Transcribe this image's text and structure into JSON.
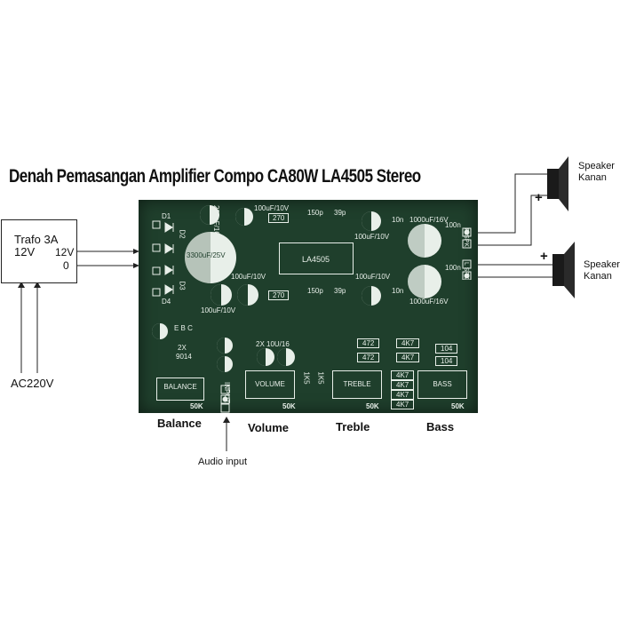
{
  "title": "Denah Pemasangan Amplifier Compo CA80W LA4505 Stereo",
  "trafo": {
    "name": "Trafo 3A",
    "voltage": "12V",
    "out_top": "12V",
    "out_bottom": "0",
    "input_label": "AC220V"
  },
  "speakers": {
    "right_label": "Speaker\nKanan",
    "left_label": "Speaker\nKanan",
    "plus": "+",
    "rspk": "R SPK",
    "lspk": "L SPK"
  },
  "knobs": {
    "balance": "Balance",
    "volume": "Volume",
    "treble": "Treble",
    "bass": "Bass",
    "audio_input": "Audio input"
  },
  "pcb": {
    "pot_balance": "BALANCE",
    "pot_volume": "VOLUME",
    "pot_treble": "TREBLE",
    "pot_bass": "BASS",
    "pot_value": "50K",
    "ic": "LA4505",
    "cap_main": "3300uF/25V",
    "cap_220": "220uF/16V",
    "cap_100_10_a": "100uF/10V",
    "cap_100_10_b": "100uF/10V",
    "cap_100_10_c": "100uF/10V",
    "cap_100_10_d": "100uF/10V",
    "cap_100_10_e": "100uF/10V",
    "cap_1000_a": "1000uF/16V",
    "cap_1000_b": "1000uF/16V",
    "r270_a": "270",
    "r270_b": "270",
    "c150_a": "150p",
    "c150_b": "150p",
    "c39_a": "39p",
    "c39_b": "39p",
    "c10n_a": "10n",
    "c10n_b": "10n",
    "c100n_a": "100n",
    "c100n_b": "100n",
    "r472_a": "472",
    "r472_b": "472",
    "r4k7": "4K7",
    "r104_a": "104",
    "r104_b": "104",
    "tr": "9014",
    "tr_qty": "2X",
    "cap_10u16": "2X 10U/16",
    "r1k5": "1K5",
    "d1": "D1",
    "d2": "D2",
    "d3": "D3",
    "d4": "D4",
    "input": "INPUT",
    "ebc": "E B C"
  }
}
